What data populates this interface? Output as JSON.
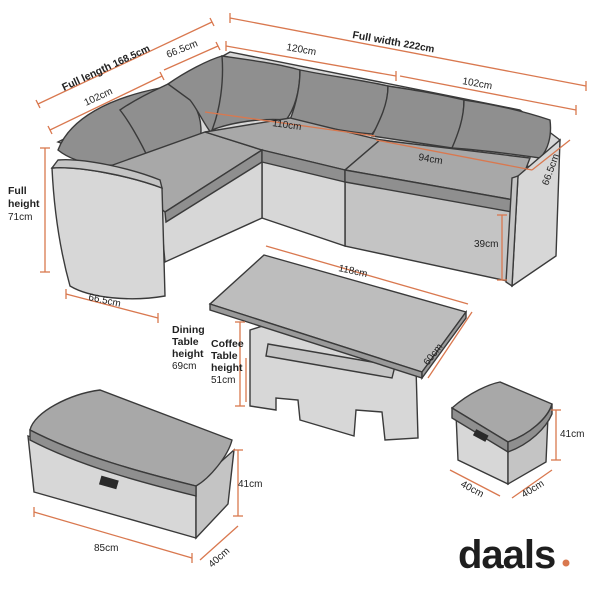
{
  "brand": {
    "logo_text": "daals",
    "logo_dot_color": "#d9784f"
  },
  "colors": {
    "dimension_line": "#d9784f",
    "frame": "#d7d7d7",
    "cushion": "#8f8f8f",
    "outline": "#3a3a3a"
  },
  "sofa": {
    "full_length_label": "Full length",
    "full_length_value": "168.5cm",
    "full_width_label": "Full width",
    "full_width_value": "222cm",
    "full_height_label_1": "Full",
    "full_height_label_2": "height",
    "full_height_value": "71cm",
    "left_back_102": "102cm",
    "corner_depth": "66.5cm",
    "mid_back_120": "120cm",
    "right_back_102": "102cm",
    "seat_110": "110cm",
    "seat_94": "94cm",
    "right_depth": "66.5cm",
    "seat_height": "39cm",
    "front_depth": "66.5cm"
  },
  "table": {
    "length": "118cm",
    "width": "60cm",
    "dining_label_1": "Dining",
    "dining_label_2": "Table",
    "dining_label_3": "height",
    "dining_value": "69cm",
    "coffee_label_1": "Coffee",
    "coffee_label_2": "Table",
    "coffee_label_3": "height",
    "coffee_value": "51cm"
  },
  "bench": {
    "length": "85cm",
    "depth": "40cm",
    "height": "41cm"
  },
  "stool": {
    "height": "41cm",
    "width": "40cm",
    "depth": "40cm"
  }
}
